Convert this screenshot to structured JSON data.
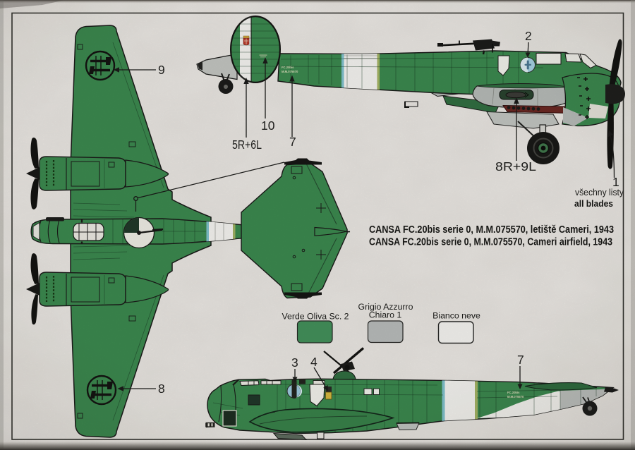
{
  "titles": {
    "line1": "CANSA FC.20bis serie 0, M.M.075570, letiště Cameri, 1943",
    "line2": "CANSA FC.20bis serie 0, M.M.075570, Cameri airfield, 1943"
  },
  "legend": {
    "swatches": [
      {
        "label": "Verde Oliva Sc. 2",
        "color": "#41925a"
      },
      {
        "label_line1": "Grigio Azzurro",
        "label_line2": "Chiaro 1",
        "color": "#b9bdbb"
      },
      {
        "label": "Bianco neve",
        "color": "#f6f5f1"
      }
    ]
  },
  "callouts": {
    "c1": "1",
    "c2": "2",
    "c3": "3",
    "c4": "4",
    "c7": "7",
    "c8": "8",
    "c9": "9",
    "c10": "10",
    "c5r6l": "5R+6L",
    "c8r9l": "8R+9L",
    "blades_note_cz": "všechny listy",
    "blades_note_en": "all blades"
  },
  "stencil": {
    "line1": "FC.20bis",
    "line2": "M.M.075570"
  },
  "colors": {
    "paper": "#e9e6e1",
    "verde_oliva": "#3a8b4e",
    "verde_dark": "#2c6e3e",
    "grigio": "#b9bdbb",
    "bianco": "#f6f5f1",
    "outline": "#1b1b19",
    "roundel_blue": "#a5d2e4",
    "bomb_maroon": "#6e2722",
    "crest_red": "#c23b2a"
  }
}
